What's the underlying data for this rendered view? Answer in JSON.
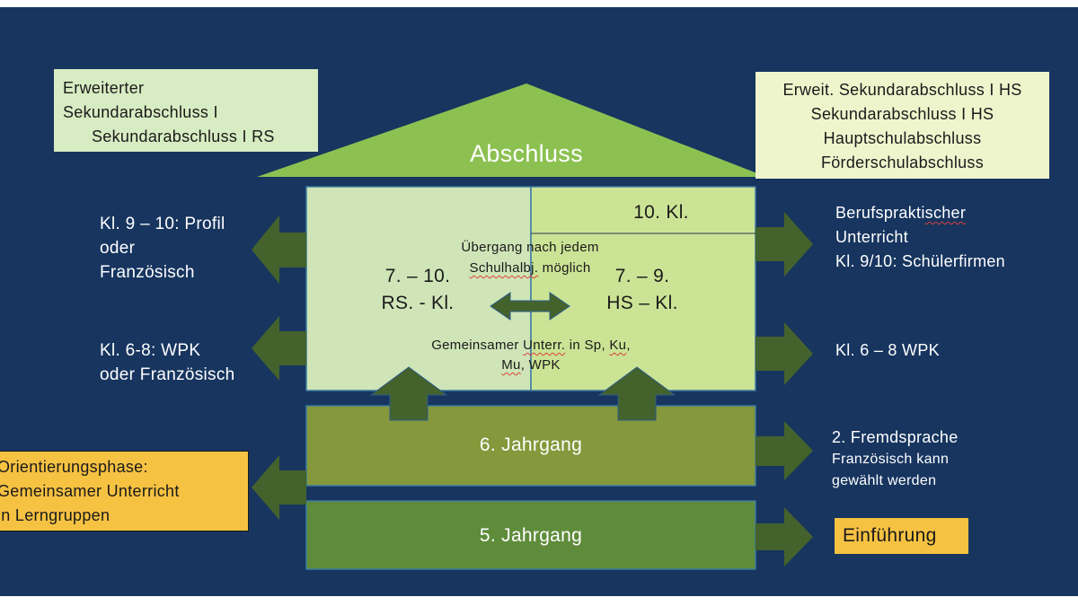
{
  "roof": {
    "label": "Abschluss"
  },
  "left_top_box": {
    "lines": [
      "Erweiterter",
      "Sekundarabschluss I",
      "Sekundarabschluss I RS"
    ]
  },
  "right_top_box": {
    "lines": [
      "Erweit. Sekundarabschluss I HS",
      "Sekundarabschluss I  HS",
      "Hauptschulabschluss",
      "Förderschulabschluss"
    ]
  },
  "house": {
    "rs": {
      "line1": "7. – 10.",
      "line2": "RS. - Kl."
    },
    "hs": {
      "line1": "7. – 9.",
      "line2": "HS – Kl."
    },
    "kl10": "10. Kl.",
    "transition": {
      "line1": "Übergang nach jedem",
      "line2_pre": "",
      "line2_wavy": "Schulhalbj.",
      "line2_post": " möglich"
    },
    "shared": {
      "line1_pre": "Gemeinsamer ",
      "line1_wavy": "Unterr.",
      "line1_mid": " in Sp, ",
      "line1_wavy2": "Ku",
      "line1_post": ",",
      "line2_wavy": "Mu",
      "line2_post": ", WPK"
    }
  },
  "grade6": "6. Jahrgang",
  "grade5": "5. Jahrgang",
  "left_notes": {
    "upper": [
      "Kl. 9 – 10: Profil",
      "oder",
      "Französisch"
    ],
    "lower": [
      "Kl. 6-8:  WPK",
      "oder Französisch"
    ]
  },
  "right_notes": {
    "upper_pre": "Berufsprakti",
    "upper_wavy": "scher",
    "upper_rest": [
      "Unterricht",
      "Kl. 9/10:  Schülerfirmen"
    ],
    "lower": "Kl. 6 – 8  WPK",
    "fremd_title": "2. Fremdsprache",
    "fremd_lines": [
      "Französisch kann",
      "gewählt werden"
    ]
  },
  "orientation_box": {
    "lines": [
      "Orientierungsphase:",
      "Gemeinsamer Unterricht",
      "in Lerngruppen"
    ]
  },
  "intro_box": {
    "label": "Einführung"
  },
  "colors": {
    "background": "#17355f",
    "roof": "#8cc152",
    "rs_block": "#cfe5b8",
    "hs_block": "#cbe395",
    "grade6": "#85983c",
    "grade5": "#5f8c3b",
    "arrow": "#44622b",
    "orange_box": "#f6c242"
  }
}
